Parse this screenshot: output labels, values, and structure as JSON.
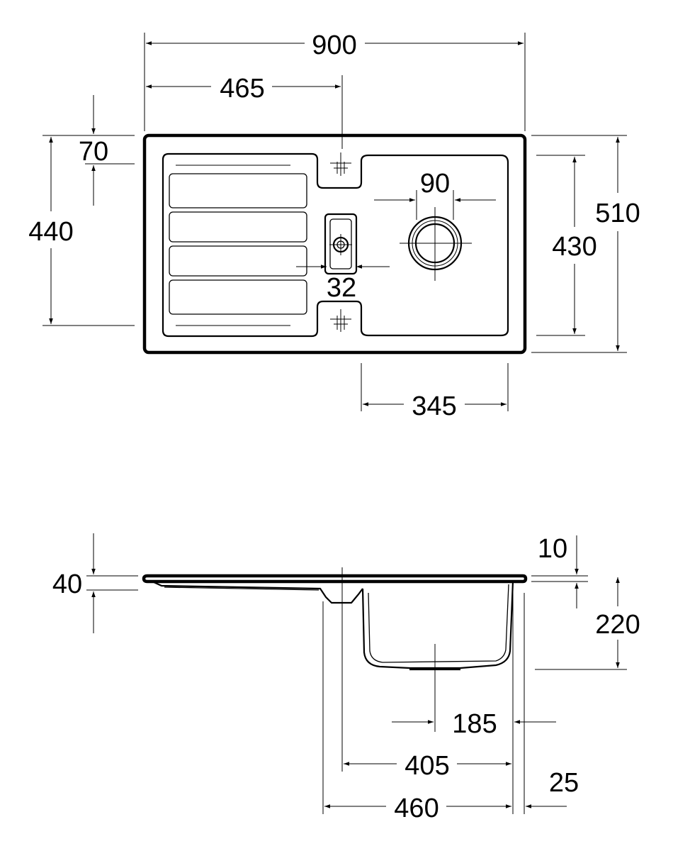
{
  "drawing": {
    "top_view": {
      "overall_width": "900",
      "tap_offset": "465",
      "overall_depth": "510",
      "drainer_depth": "440",
      "rim_offset": "70",
      "bowl_depth": "430",
      "bowl_width": "345",
      "waste_diameter": "90",
      "overflow_width": "32"
    },
    "side_view": {
      "rim_thickness": "40",
      "lip_height": "10",
      "bowl_depth": "220",
      "waste_offset": "185",
      "bowl_edge_width": "405",
      "right_section_width": "460",
      "edge_offset": "25"
    }
  },
  "colors": {
    "line": "#000000",
    "background": "#ffffff"
  }
}
